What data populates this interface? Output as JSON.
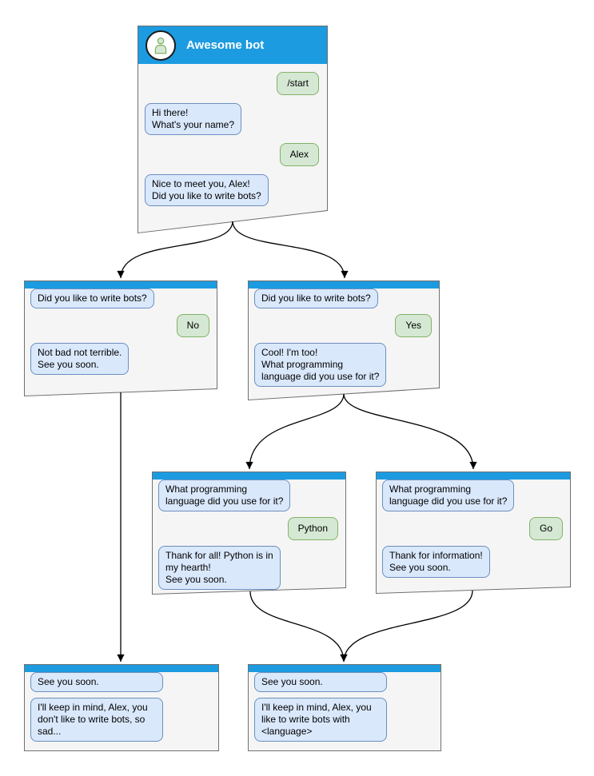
{
  "colors": {
    "titlebar": "#1C9BE0",
    "window_bg": "#F5F5F5",
    "window_border": "#707070",
    "bot_bubble_bg": "#DAE8FC",
    "bot_bubble_border": "#6C8EBF",
    "user_bubble_bg": "#D5E8D4",
    "user_bubble_border": "#82B366",
    "connector": "#000000",
    "avatar_bg": "#FFFFFF",
    "avatar_border": "#1A1A1A"
  },
  "icons": {
    "avatar": "person-icon",
    "connector_end": "arrowhead-icon"
  },
  "windows": {
    "main": {
      "title": "Awesome bot",
      "messages": [
        {
          "from": "user",
          "text": "/start"
        },
        {
          "from": "bot",
          "text": "Hi there!\nWhat's your name?"
        },
        {
          "from": "user",
          "text": "Alex"
        },
        {
          "from": "bot",
          "text": "Nice to meet you, Alex!\nDid you like to write bots?"
        }
      ]
    },
    "branch_no": {
      "messages": [
        {
          "from": "bot",
          "text": "Did you like to write bots?"
        },
        {
          "from": "user",
          "text": "No"
        },
        {
          "from": "bot",
          "text": "Not bad not terrible.\nSee you soon."
        }
      ]
    },
    "branch_yes": {
      "messages": [
        {
          "from": "bot",
          "text": "Did you like to write bots?"
        },
        {
          "from": "user",
          "text": "Yes"
        },
        {
          "from": "bot",
          "text": "Cool! I'm too!\nWhat programming\nlanguage did you use for it?"
        }
      ]
    },
    "branch_python": {
      "messages": [
        {
          "from": "bot",
          "text": "What programming\nlanguage did you use for it?"
        },
        {
          "from": "user",
          "text": "Python"
        },
        {
          "from": "bot",
          "text": "Thank for all! Python is in\nmy hearth!\nSee you soon."
        }
      ]
    },
    "branch_go": {
      "messages": [
        {
          "from": "bot",
          "text": "What programming\nlanguage did you use for it?"
        },
        {
          "from": "user",
          "text": "Go"
        },
        {
          "from": "bot",
          "text": "Thank for information!\nSee you soon."
        }
      ]
    },
    "end_no": {
      "messages": [
        {
          "from": "bot",
          "text": "See you soon."
        },
        {
          "from": "bot",
          "text": "I'll keep in mind, Alex, you\ndon't like to write bots, so\nsad..."
        }
      ]
    },
    "end_yes": {
      "messages": [
        {
          "from": "bot",
          "text": "See you soon."
        },
        {
          "from": "bot",
          "text": "I'll keep in mind, Alex, you\nlike to write bots with\n<language>"
        }
      ]
    }
  },
  "edges": [
    {
      "from": "main",
      "to": "branch_no"
    },
    {
      "from": "main",
      "to": "branch_yes"
    },
    {
      "from": "branch_no",
      "to": "end_no"
    },
    {
      "from": "branch_yes",
      "to": "branch_python"
    },
    {
      "from": "branch_yes",
      "to": "branch_go"
    },
    {
      "from": "branch_python",
      "to": "end_yes"
    },
    {
      "from": "branch_go",
      "to": "end_yes"
    }
  ]
}
